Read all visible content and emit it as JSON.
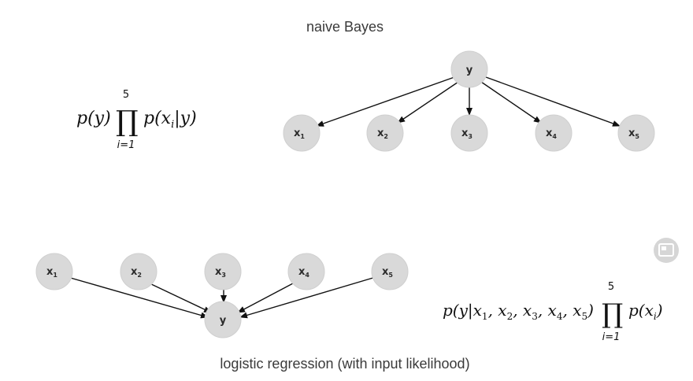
{
  "titles": {
    "top": "naive Bayes",
    "bottom": "logistic regression (with input likelihood)"
  },
  "formulas": {
    "naive_bayes": {
      "prefix": "p(y)",
      "product_symbol": "∏",
      "upper": "5",
      "lower": "i=1",
      "suffix": "p(x",
      "suffix_sub": "i",
      "suffix_end": "|y)"
    },
    "logistic": {
      "prefix": "p(y|x",
      "parts": [
        "1",
        ", x",
        "2",
        ", x",
        "3",
        ", x",
        "4",
        ", x",
        "5",
        ")"
      ],
      "product_symbol": "∏",
      "upper": "5",
      "lower": "i=1",
      "suffix": "p(x",
      "suffix_sub": "i",
      "suffix_end": ")"
    }
  },
  "naive_bayes_graph": {
    "parent": {
      "label": "y"
    },
    "children": [
      {
        "label": "x",
        "sub": "1"
      },
      {
        "label": "x",
        "sub": "2"
      },
      {
        "label": "x",
        "sub": "3"
      },
      {
        "label": "x",
        "sub": "4"
      },
      {
        "label": "x",
        "sub": "5"
      }
    ]
  },
  "logistic_graph": {
    "target": {
      "label": "y"
    },
    "inputs": [
      {
        "label": "x",
        "sub": "1"
      },
      {
        "label": "x",
        "sub": "2"
      },
      {
        "label": "x",
        "sub": "3"
      },
      {
        "label": "x",
        "sub": "4"
      },
      {
        "label": "x",
        "sub": "5"
      }
    ]
  },
  "corner_icon": {
    "name": "picture-in-picture-icon",
    "color": "#d0d0d0"
  }
}
